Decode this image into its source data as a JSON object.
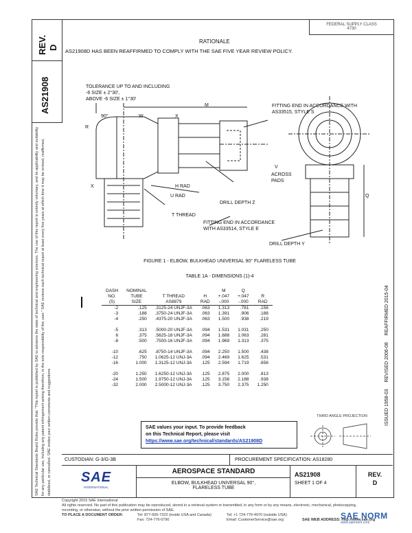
{
  "header": {
    "fed_class": "FEDERAL SUPPLY CLASS",
    "fed_class_no": "4730",
    "rev_label": "REV.",
    "rev_value": "D",
    "doc_id": "AS21908"
  },
  "rationale": {
    "title": "RATIONALE",
    "text": "AS21908D HAS BEEN REAFFIRMED TO COMPLY WITH THE SAE FIVE YEAR REVIEW POLICY."
  },
  "drawing": {
    "tol_1": "TOLERANCE UP TO AND INCLUDING",
    "tol_2": "-6 SIZE ± 2°30',",
    "tol_3": "ABOVE -6 SIZE ± 1°30'",
    "angle": "90°",
    "dim_w": "W",
    "dim_x": "X",
    "dim_r": "R",
    "dim_m": "M",
    "dim_v": "V",
    "dim_q": "Q",
    "across_pads_1": "ACROSS",
    "across_pads_2": "PADS",
    "fitting_end_s_1": "FITTING END IN ACCORDANCE WITH",
    "fitting_end_s_2": "AS33515, STYLE S",
    "h_rad": "H RAD",
    "u_rad": "U RAD",
    "t_thread": "T THREAD",
    "drill_depth_z": "DRILL DEPTH Z",
    "fitting_end_e_1": "FITTING END IN ACCORDANCE",
    "fitting_end_e_2": "WITH AS33514, STYLE E",
    "drill_depth_y": "DRILL DEPTH Y"
  },
  "figure_caption": "FIGURE 1 - ELBOW, BULKHEAD UNIVERSAL 90° FLARELESS TUBE",
  "table": {
    "caption": "TABLE 1A - DIMENSIONS (1)-4",
    "headers": [
      [
        "DASH",
        "NO.",
        "(5)"
      ],
      [
        "NOMINAL",
        "TUBE",
        "SIZE"
      ],
      [
        "",
        "T THREAD",
        "AS8879"
      ],
      [
        "",
        "H",
        "RAD"
      ],
      [
        "M",
        "+.047",
        "-.000"
      ],
      [
        "Q",
        "+.047",
        "-.000"
      ],
      [
        "",
        "R",
        "RAD"
      ]
    ],
    "groups": [
      [
        [
          "-2",
          ".125",
          ".3125-24 UNJF-3A",
          ".063",
          "1.313",
          ".781",
          ".156"
        ],
        [
          "-3",
          ".188",
          ".3750-24 UNJF-3A",
          ".063",
          "1.391",
          ".906",
          ".188"
        ],
        [
          "-4",
          ".250",
          ".4375-20 UNJF-3A",
          ".063",
          "1.500",
          ".938",
          ".219"
        ]
      ],
      [
        [
          "-5",
          ".313",
          ".5000-20 UNJF-3A",
          ".094",
          "1.531",
          "1.031",
          ".250"
        ],
        [
          "6",
          ".375",
          ".5625-18 UNJF-3A",
          ".094",
          "1.688",
          "1.063",
          ".281"
        ],
        [
          "-8",
          ".500",
          ".7500-16 UNJF-3A",
          ".094",
          "1.969",
          "1.313",
          ".375"
        ]
      ],
      [
        [
          "-10",
          ".625",
          ".8750-14 UNJF-3A",
          ".094",
          "2.250",
          "1.500",
          ".438"
        ],
        [
          "-12",
          ".750",
          "1.0625-12 UNJ-3A",
          ".094",
          "2.469",
          "1.625",
          ".531"
        ],
        [
          "-16",
          "1.000",
          "1.3125-12 UNJ-3A",
          ".125",
          "2.594",
          "1.719",
          ".656"
        ]
      ],
      [
        [
          "-20",
          "1.250",
          "1.6250-12 UNJ-3A",
          ".125",
          "2.875",
          "2.000",
          ".813"
        ],
        [
          "-24",
          "1.500",
          "1.9750-12 UNJ-3A",
          ".125",
          "3.156",
          "2.188",
          ".938"
        ],
        [
          "-32",
          "2.000",
          "2.5000-12 UNJ-3A",
          ".125",
          "3.750",
          "2.375",
          "1.250"
        ]
      ]
    ]
  },
  "feedback": {
    "line1": "SAE values your input. To provide feedback",
    "line2": "on this Technical Report, please visit",
    "url": "https://www.sae.org/technical/standards/AS21908D"
  },
  "projection": {
    "label": "THIRD ANGLE PROJECTION"
  },
  "sidebar_stamps": {
    "issued": "ISSUED 1958-03",
    "revised": "REVISED 2006-08",
    "reaffirmed": "REAFFIRMED 2015-04"
  },
  "side_notice": "SAE Technical Standards Board Rules provide that: \"This report is published by SAE to advance the state of technical and engineering sciences. The use of this report is entirely voluntary, and its applicability and suitability for any particular use, including any patent infringement arising therefrom, is the sole responsibility of the user.\" SAE reviews each technical report at least every five years at which time it may be revised, reaffirmed, stabilized, or cancelled. SAE invites your written comments and suggestions.",
  "custodian": "CUSTODIAN: G-3/G-3B",
  "procurement": "PROCUREMENT SPECIFICATION: AS18280",
  "title_block": {
    "logo": "SAE",
    "logo_sub": "INTERNATIONAL",
    "standard": "AEROSPACE STANDARD",
    "title_1": "ELBOW, BULKHEAD UNIVERSAL 90°,",
    "title_2": "FLARELESS TUBE",
    "doc": "AS21908",
    "sheet": "SHEET 1 OF 4",
    "rev_label": "REV.",
    "rev": "D"
  },
  "footer": {
    "copyright": "Copyright 2015 SAE International",
    "rights": "All rights reserved. No part of this publication may be reproduced, stored in a retrieval system or transmitted, in any form or by any means, electronic, mechanical, photocopying,",
    "rights2": "recording, or otherwise, without the prior written permission of SAE.",
    "order_label": "TO PLACE A DOCUMENT ORDER:",
    "tel": "Tel: 877-606-7323 (inside USA and Canada)",
    "tel2": "Tel: +1 724-776-4970 (outside USA)",
    "fax": "Fax: 724-776-0790",
    "email": "Email: CustomerService@sae.org",
    "web": "SAE WEB ADDRESS: http://www.sae.org"
  },
  "watermark": {
    "text": "SAE NORM",
    "sub": "www.saenorm.com"
  }
}
